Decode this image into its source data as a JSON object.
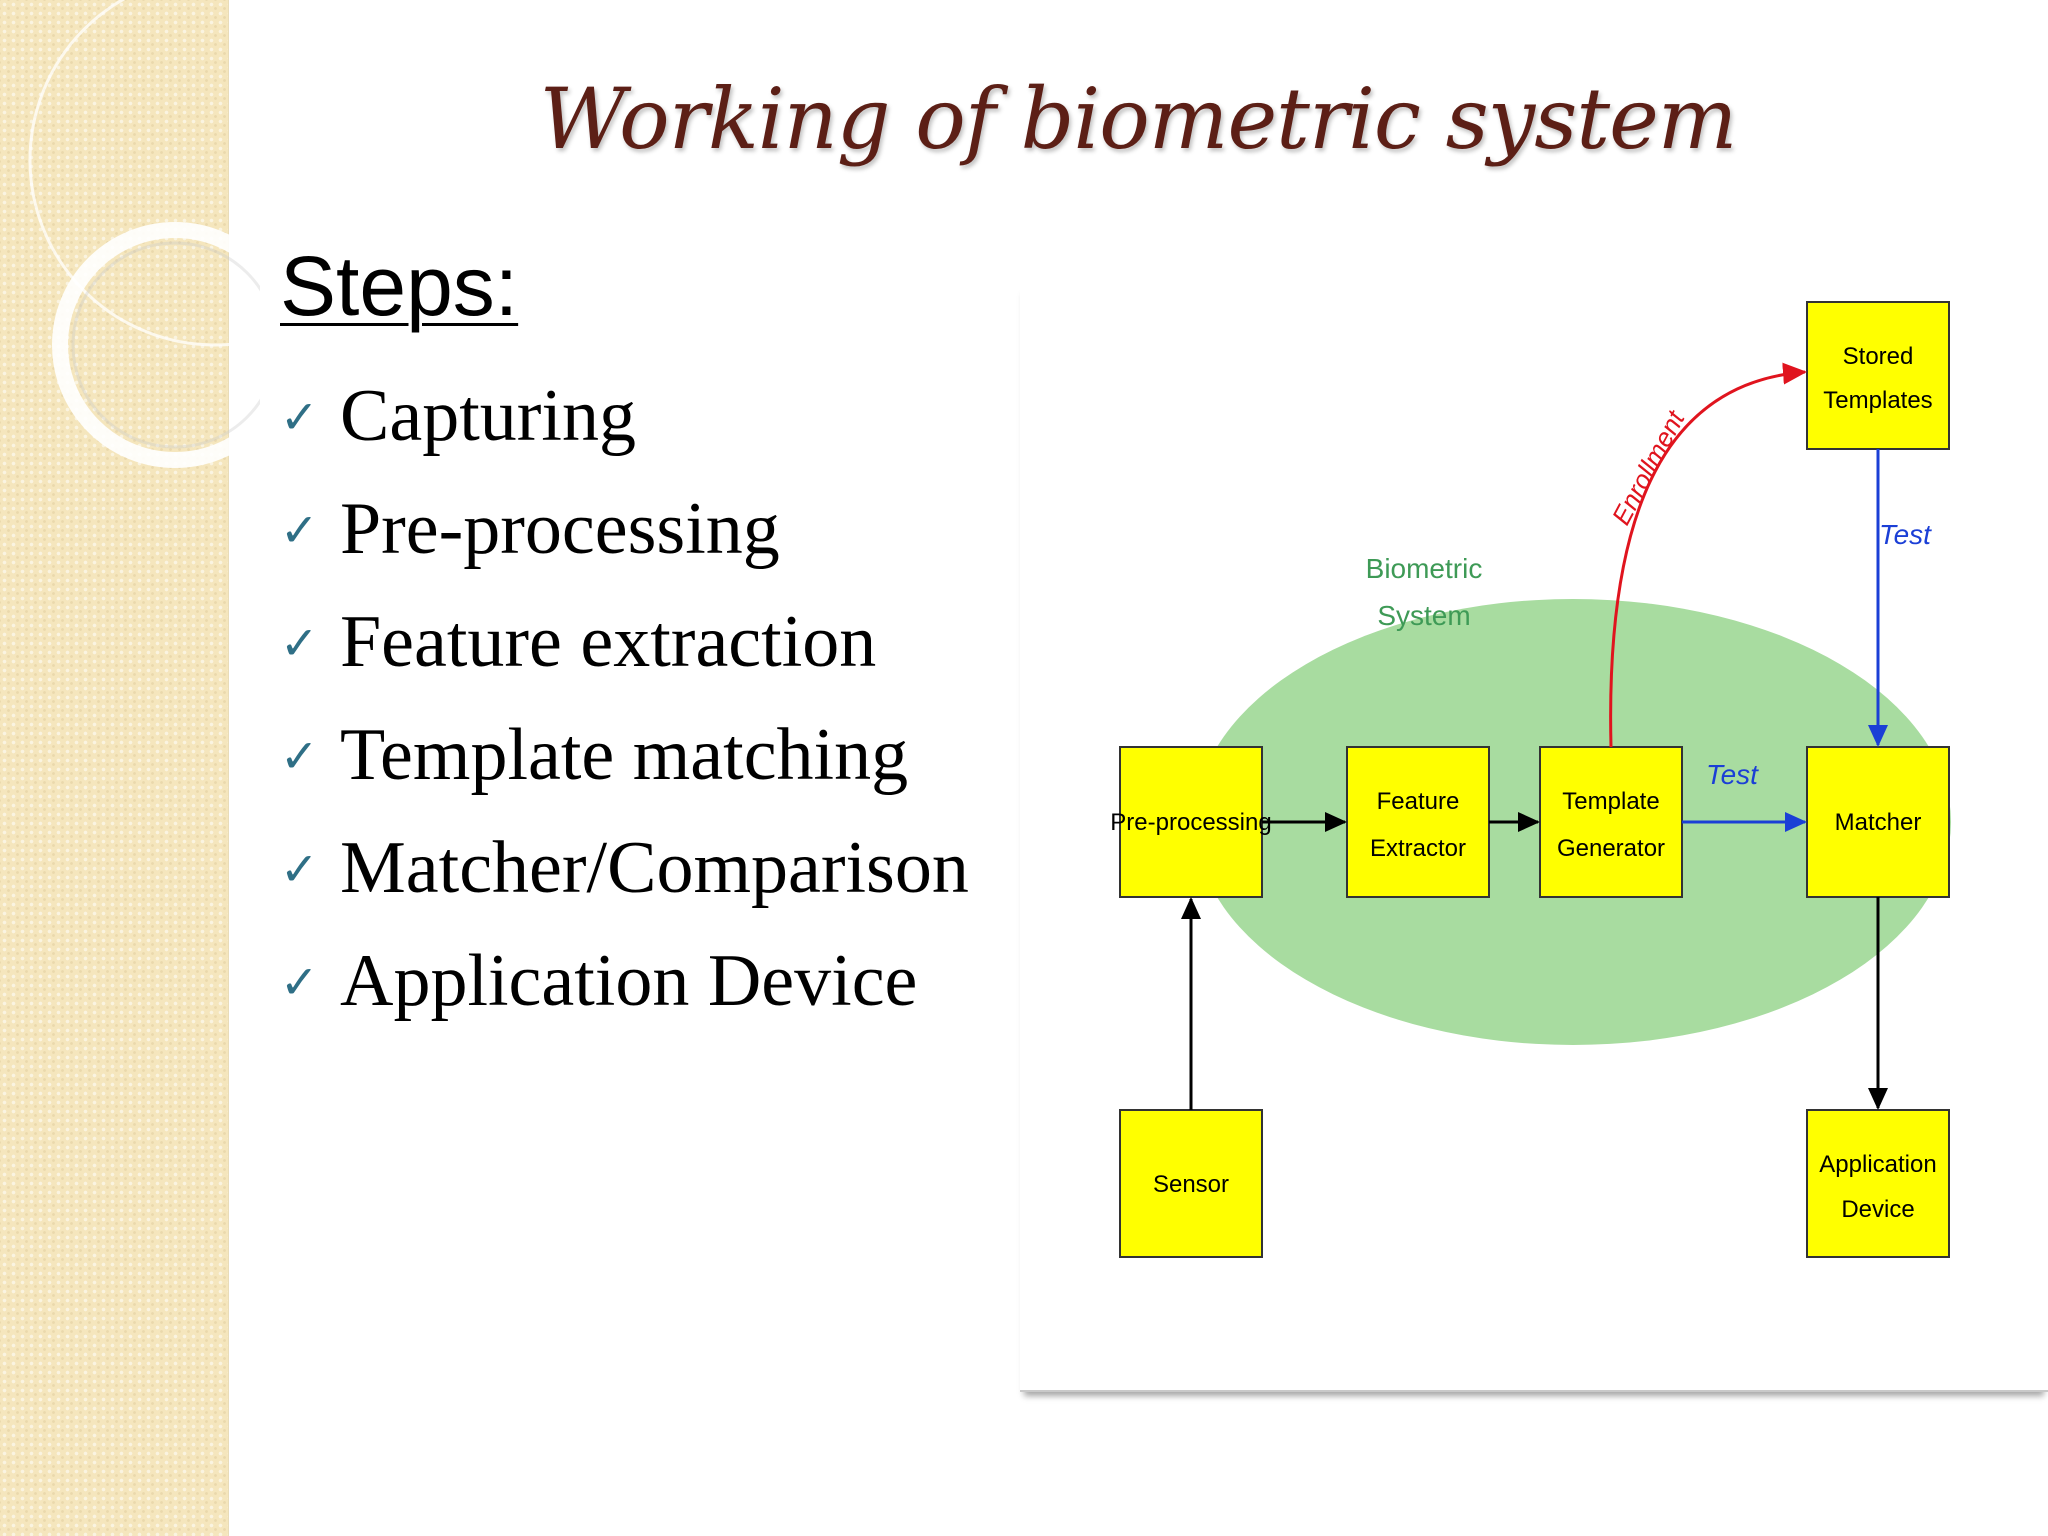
{
  "slide": {
    "title": "Working of biometric system",
    "steps_heading": "Steps:",
    "check_glyph": "✓",
    "steps": [
      "Capturing",
      "Pre-processing",
      "Feature extraction",
      "Template matching",
      "Matcher/Comparison",
      "Application Device"
    ]
  },
  "diagram": {
    "region_label_line1": "Biometric",
    "region_label_line2": "System",
    "boxes": {
      "preprocessing": [
        "Pre-processing"
      ],
      "feature_extractor": [
        "Feature",
        "Extractor"
      ],
      "template_generator": [
        "Template",
        "Generator"
      ],
      "matcher": [
        "Matcher"
      ],
      "stored_templates": [
        "Stored",
        "Templates"
      ],
      "sensor": [
        "Sensor"
      ],
      "application_device": [
        "Application",
        "Device"
      ]
    },
    "edge_labels": {
      "enrollment": "Enrollment",
      "test_horizontal": "Test",
      "test_vertical": "Test"
    }
  },
  "colors": {
    "title": "#5c1f16",
    "box_fill": "#ffff00",
    "ellipse_fill": "#a8dca0",
    "region_label": "#3e9a56",
    "enrollment_arrow": "#e0141e",
    "test_arrow": "#1b3fd6",
    "check": "#2f6f86"
  }
}
